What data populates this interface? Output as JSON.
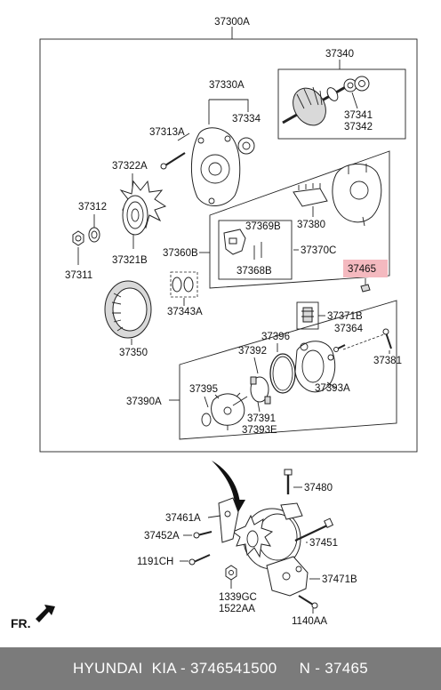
{
  "labels": {
    "assembly": "37300A",
    "rotor_group": "37340",
    "bearing_front": "37341",
    "bearing_rear": "37342",
    "front_bracket": "37330A",
    "bearing_bracket": "37334",
    "bolt_front": "37313A",
    "fan": "37322A",
    "spacer": "37312",
    "nut": "37311",
    "pulley": "37321B",
    "stator": "37350",
    "bushing": "37343A",
    "regulator_box": "37360B",
    "brush_holder": "37369B",
    "brush_spring": "37368B",
    "regulator_asm": "37370C",
    "diode": "37380",
    "highlighted_part": "37465",
    "vacuum_asm": "37390A",
    "cover_plate": "37395",
    "o_ring_big": "37396",
    "rotor_vane": "37392",
    "cam_ring": "37391",
    "seal": "37393E",
    "housing": "37393A",
    "valve": "37371B",
    "screw_small": "37364",
    "bolt_rear": "37381",
    "bolt_top": "37480",
    "bracket_upper": "37461A",
    "bolt_upper": "37452A",
    "bolt_long": "37451",
    "bolt_lower": "1191CH",
    "bracket_lower": "37471B",
    "nut_a": "1339GC",
    "nut_b": "1522AA",
    "bolt_bottom": "1140AA",
    "front_marker": "FR."
  },
  "footer": {
    "text": "HYUNDAI  KIA - 3746541500     N - 37465"
  },
  "colors": {
    "highlight": "#f4b9bf",
    "footer_bg": "#7b7b7b",
    "line": "#222222"
  }
}
